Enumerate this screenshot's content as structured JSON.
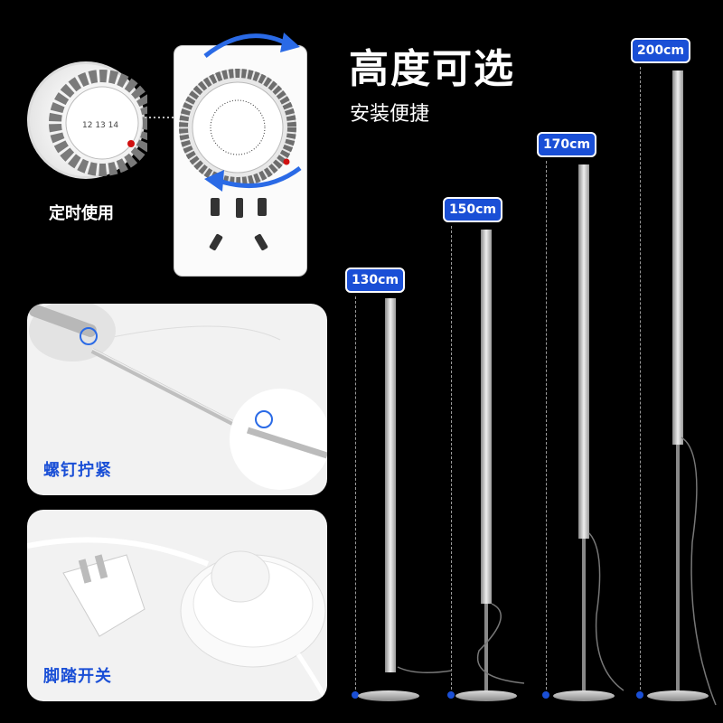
{
  "heading": {
    "title": "高度可选",
    "subtitle": "安装便捷"
  },
  "timer": {
    "label": "定时使用"
  },
  "screw_panel": {
    "label": "螺钉拧紧"
  },
  "switch_panel": {
    "label": "脚踏开关"
  },
  "heights": [
    {
      "label": "130cm"
    },
    {
      "label": "150cm"
    },
    {
      "label": "170cm"
    },
    {
      "label": "200cm"
    }
  ],
  "colors": {
    "accent": "#1a4fd6",
    "background": "#000000",
    "panel": "#f2f2f2"
  }
}
